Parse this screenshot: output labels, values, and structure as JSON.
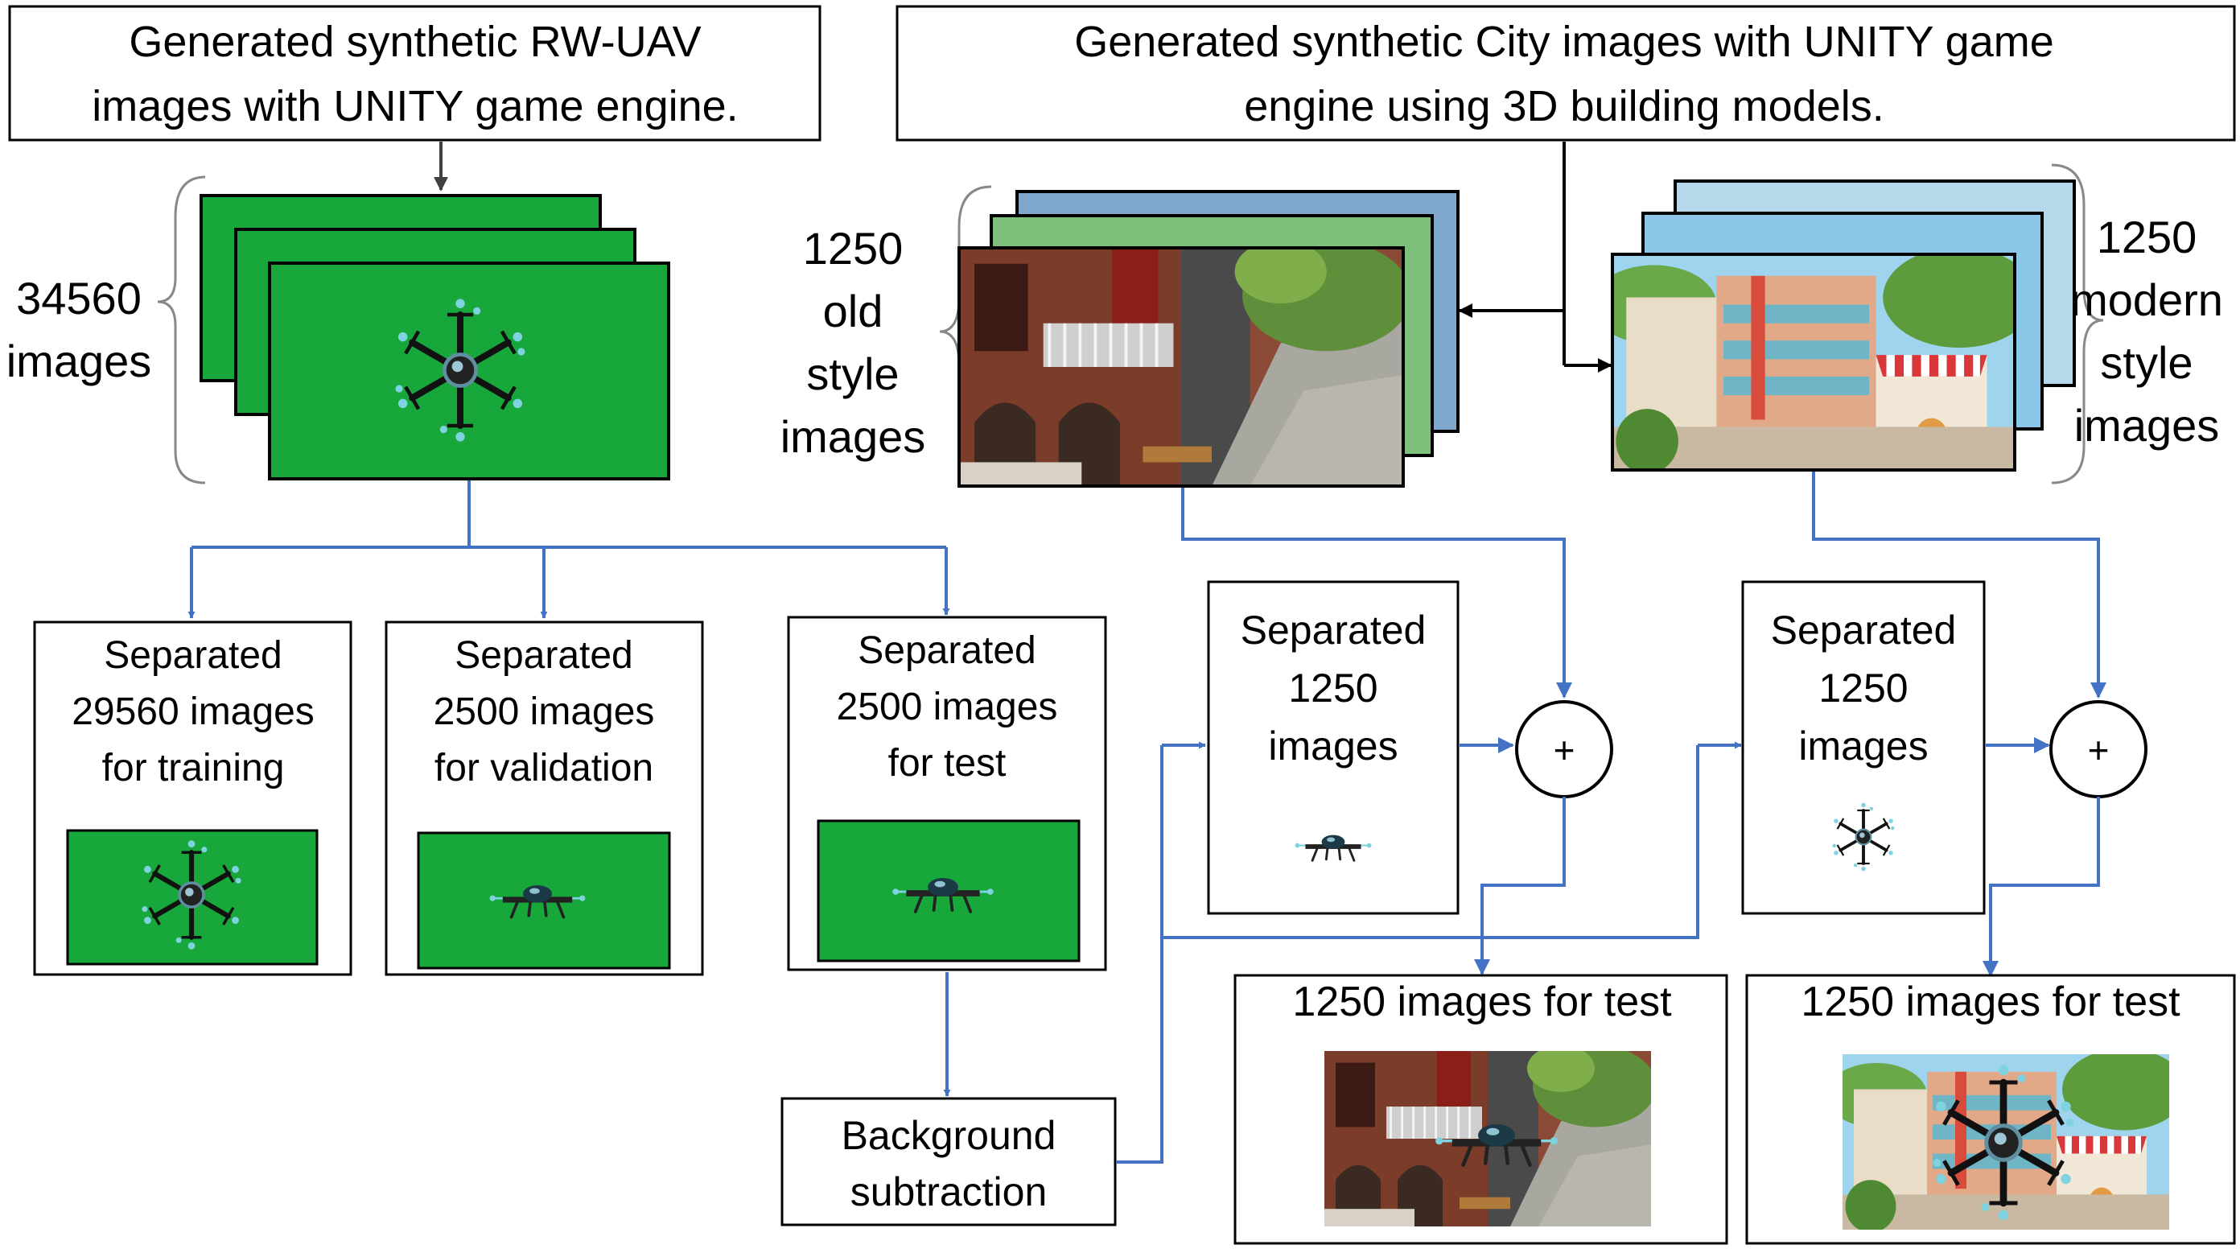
{
  "colors": {
    "connector_blue": "#4472C4",
    "connector_gray": "#404040",
    "green_screen": "#18A73A",
    "box_stroke": "#000000"
  },
  "top_left_box": {
    "line1": "Generated synthetic RW-UAV",
    "line2": "images with UNITY game engine."
  },
  "top_right_box": {
    "line1": "Generated synthetic City images with UNITY game",
    "line2": "engine using 3D building models."
  },
  "drone_stack_label": {
    "line1": "34560",
    "line2": "images"
  },
  "old_stack_label": {
    "line1": "1250",
    "line2": "old",
    "line3": "style",
    "line4": "images"
  },
  "modern_stack_label": {
    "line1": "1250",
    "line2": "modern",
    "line3": "style",
    "line4": "images"
  },
  "boxes": {
    "training": {
      "line1": "Separated",
      "line2": "29560 images",
      "line3": "for  training"
    },
    "validation": {
      "line1": "Separated",
      "line2": "2500 images",
      "line3": "for validation"
    },
    "test": {
      "line1": "Separated",
      "line2": "2500 images",
      "line3": "for test"
    },
    "sep_old": {
      "line1": "Separated",
      "line2": "1250",
      "line3": "images"
    },
    "sep_modern": {
      "line1": "Separated",
      "line2": "1250",
      "line3": "images"
    },
    "background": {
      "line1": "Background",
      "line2": "subtraction"
    },
    "result_old": {
      "title": "1250 images for test"
    },
    "result_modern": {
      "title": "1250 images for test"
    }
  },
  "plus_symbol": "+",
  "icons": {
    "drone_green": "hexacopter-drone-icon",
    "drone_side": "quadcopter-drone-icon",
    "old_city": "old-style-building-scene",
    "modern_city": "modern-style-building-scene"
  }
}
